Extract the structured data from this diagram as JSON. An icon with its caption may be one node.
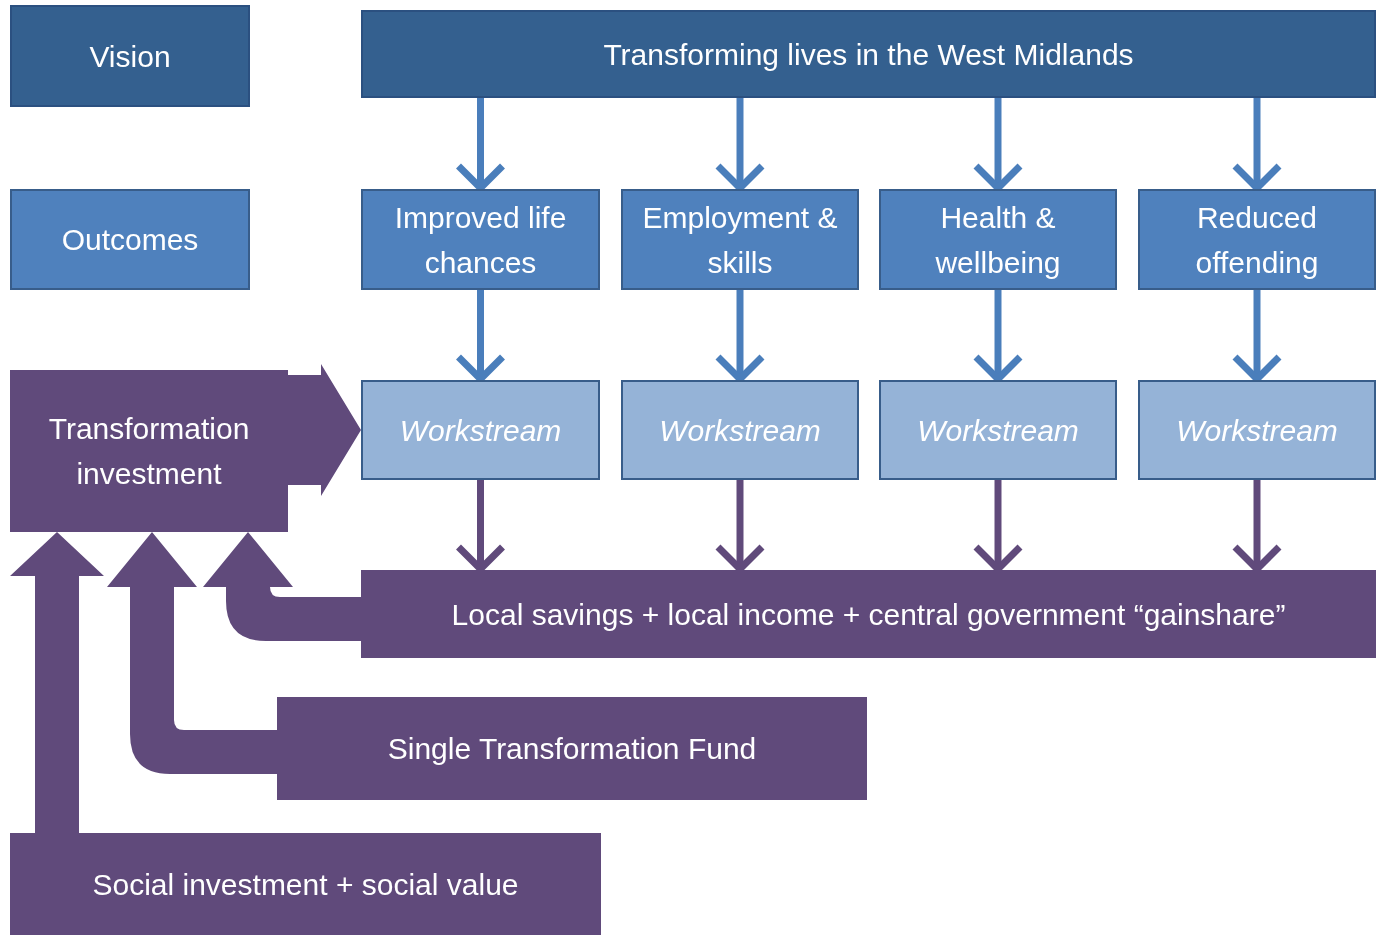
{
  "diagram": {
    "nodes": [
      {
        "text": [
          "Vision"
        ]
      },
      {
        "text": [
          "Transforming lives in the West Midlands"
        ]
      },
      {
        "text": [
          "Outcomes"
        ]
      },
      {
        "text": [
          "Improved life chances"
        ]
      },
      {
        "text": [
          "Employment & skills"
        ]
      },
      {
        "text": [
          "Health & wellbeing"
        ]
      },
      {
        "text": [
          "Reduced offending"
        ]
      },
      {
        "text": [
          "Workstream"
        ]
      },
      {
        "text": [
          "Workstream"
        ]
      },
      {
        "text": [
          "Workstream"
        ]
      },
      {
        "text": [
          "Workstream"
        ]
      },
      {
        "text": [
          "Transformation investment"
        ]
      },
      {
        "text": [
          "Local savings + local income + central government “gainshare”"
        ]
      },
      {
        "text": [
          "Single Transformation Fund"
        ]
      },
      {
        "text": [
          "Social investment + social value"
        ]
      }
    ],
    "edges": [
      {
        "from": 1,
        "to": 3,
        "arrow": "to"
      },
      {
        "from": 1,
        "to": 4,
        "arrow": "to"
      },
      {
        "from": 1,
        "to": 5,
        "arrow": "to"
      },
      {
        "from": 1,
        "to": 6,
        "arrow": "to"
      },
      {
        "from": 3,
        "to": 7,
        "arrow": "to"
      },
      {
        "from": 4,
        "to": 8,
        "arrow": "to"
      },
      {
        "from": 5,
        "to": 9,
        "arrow": "to"
      },
      {
        "from": 6,
        "to": 10,
        "arrow": "to"
      },
      {
        "from": 7,
        "to": 12,
        "arrow": "to",
        "color": "#604a7b"
      },
      {
        "from": 8,
        "to": 12,
        "arrow": "to",
        "color": "#604a7b"
      },
      {
        "from": 9,
        "to": 12,
        "arrow": "to",
        "color": "#604a7b"
      },
      {
        "from": 10,
        "to": 12,
        "arrow": "to",
        "color": "#604a7b"
      },
      {
        "from": 11,
        "to": 7,
        "arrow": "to",
        "style": "thick",
        "color": "#604a7b"
      },
      {
        "from": 12,
        "to": 11,
        "arrow": "to",
        "style": "thick",
        "color": "#604a7b"
      },
      {
        "from": 13,
        "to": 11,
        "arrow": "to",
        "style": "thick",
        "color": "#604a7b"
      },
      {
        "from": 14,
        "to": 11,
        "arrow": "to",
        "style": "thick",
        "color": "#604a7b"
      }
    ]
  }
}
